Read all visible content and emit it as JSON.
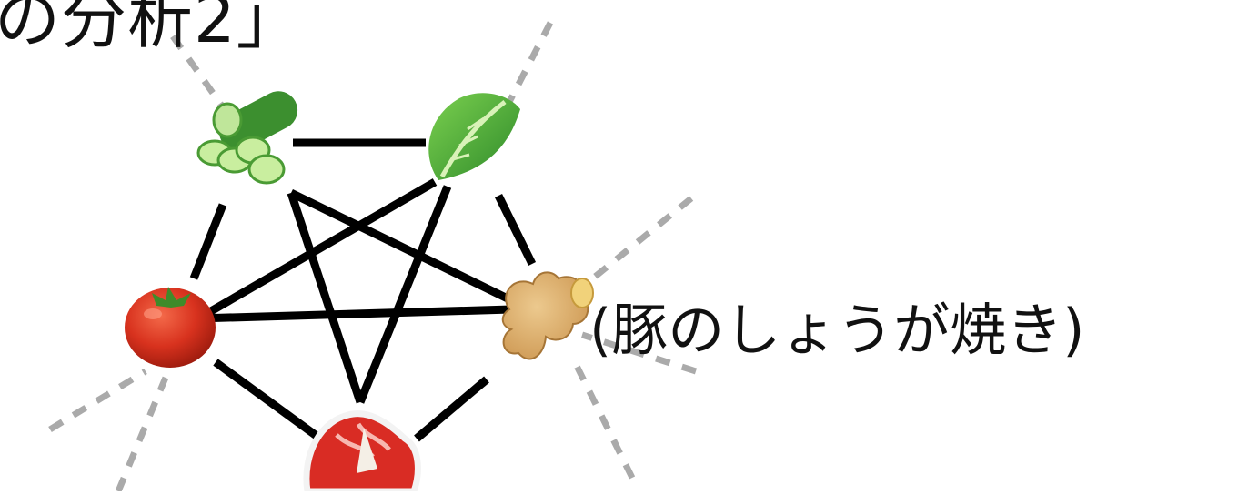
{
  "heading": {
    "partial_text": "の分析2」"
  },
  "dish": {
    "label": "(豚のしょうが焼き)"
  },
  "ingredients": [
    {
      "id": "cucumber",
      "icon": "cucumber-icon"
    },
    {
      "id": "lettuce",
      "icon": "lettuce-icon"
    },
    {
      "id": "ginger",
      "icon": "ginger-icon"
    },
    {
      "id": "meat",
      "icon": "meat-steak-icon"
    },
    {
      "id": "tomato",
      "icon": "tomato-icon"
    }
  ],
  "colors": {
    "edge": "#000000",
    "dashed_ray": "#aaaaaa",
    "text": "#111111"
  }
}
